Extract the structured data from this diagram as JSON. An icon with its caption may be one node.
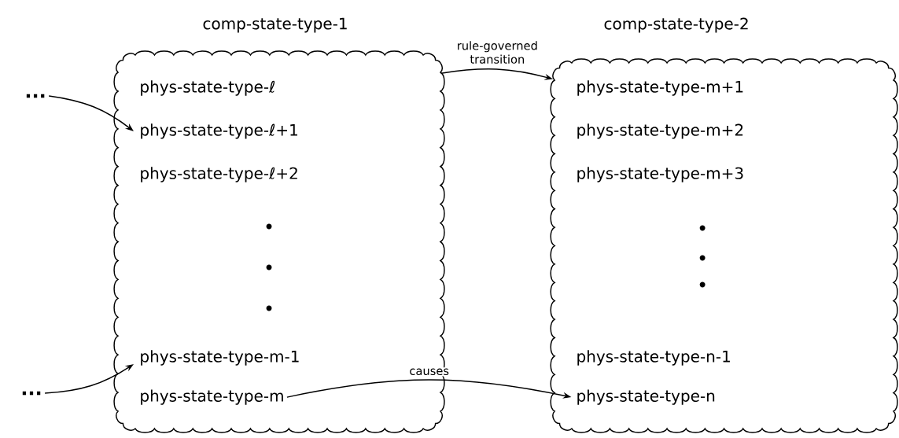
{
  "diagram": {
    "nodes": [
      {
        "text": [
          "comp-state-type-1"
        ]
      },
      {
        "text": [
          "phys-state-type-ℓ"
        ],
        "in": 0
      },
      {
        "text": [
          "phys-state-type-ℓ+1"
        ],
        "in": 0
      },
      {
        "text": [
          "phys-state-type-ℓ+2"
        ],
        "in": 0
      },
      {
        "text": [
          "phys-state-type-m-1"
        ],
        "in": 0
      },
      {
        "text": [
          "phys-state-type-m"
        ],
        "in": 0
      },
      {
        "text": [
          "comp-state-type-2"
        ]
      },
      {
        "text": [
          "phys-state-type-m+1"
        ],
        "in": 6
      },
      {
        "text": [
          "phys-state-type-m+2"
        ],
        "in": 6
      },
      {
        "text": [
          "phys-state-type-m+3"
        ],
        "in": 6
      },
      {
        "text": [
          "phys-state-type-n-1"
        ],
        "in": 6
      },
      {
        "text": [
          "phys-state-type-n"
        ],
        "in": 6
      },
      {
        "text": [
          "..."
        ]
      },
      {
        "text": [
          "..."
        ]
      }
    ],
    "edges": [
      {
        "from": 12,
        "to": 2,
        "arrow": "to"
      },
      {
        "from": 13,
        "to": 4,
        "arrow": "to"
      },
      {
        "from": 0,
        "to": 6,
        "arrow": "to",
        "label": "rule-governed transition"
      },
      {
        "from": 5,
        "to": 11,
        "arrow": "to",
        "label": "causes"
      }
    ]
  }
}
